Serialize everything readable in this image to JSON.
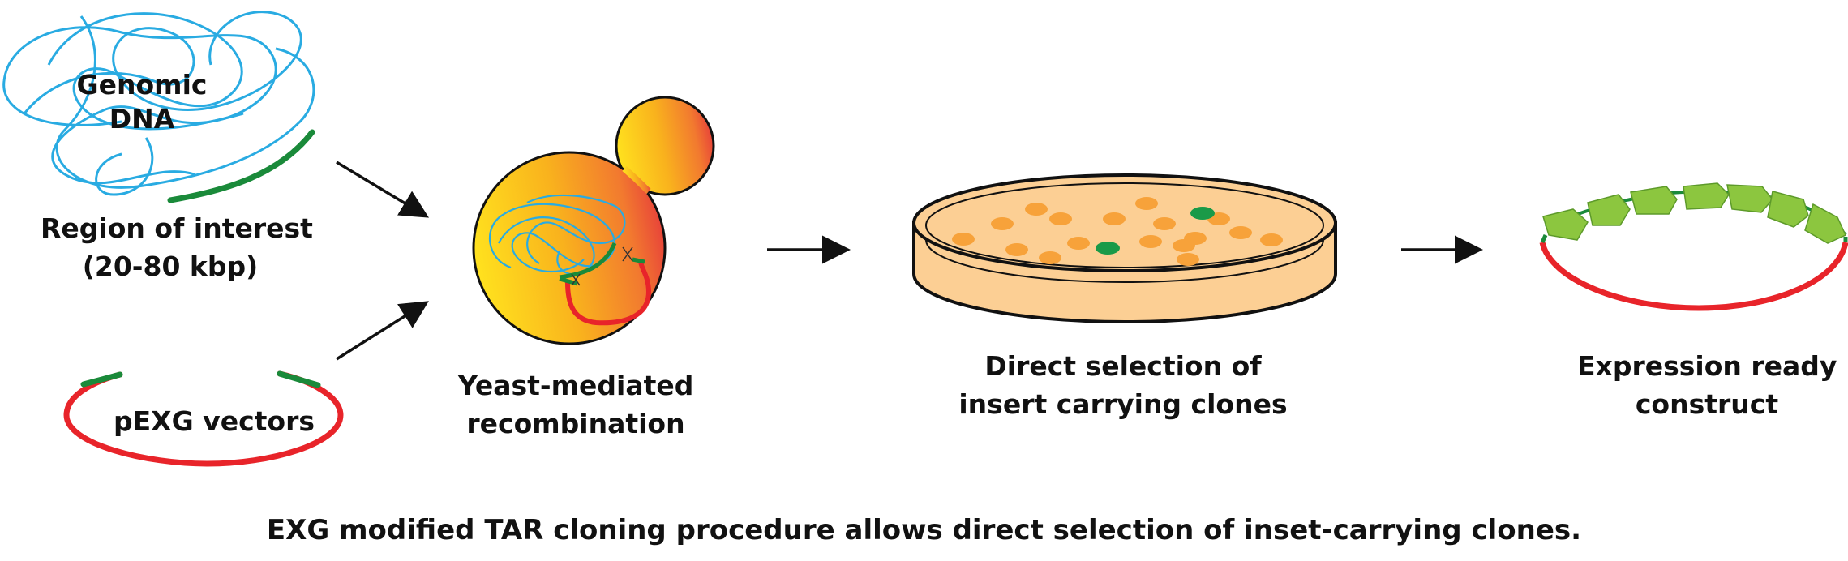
{
  "labels": {
    "genomic_line1": "Genomic",
    "genomic_line2": "DNA",
    "region_line1": "Region of interest",
    "region_line2": "(20-80 kbp)",
    "vectors": "pEXG vectors",
    "yeast_line1": "Yeast-mediated",
    "yeast_line2": "recombination",
    "selection_line1": "Direct selection of",
    "selection_line2": "insert carrying clones",
    "construct_line1": "Expression ready",
    "construct_line2": "construct"
  },
  "caption": "EXG modified TAR cloning procedure allows direct selection of inset-carrying clones.",
  "colors": {
    "dna": "#29abe2",
    "insert": "#1a8a3a",
    "vector": "#e8242a",
    "gene": "#8cc63f",
    "yeast_light": "#ffd21a",
    "yeast_dark": "#e8423a",
    "dish": "#fccf94",
    "colony": "#f7a23a",
    "colony_positive": "#1a9a48"
  }
}
